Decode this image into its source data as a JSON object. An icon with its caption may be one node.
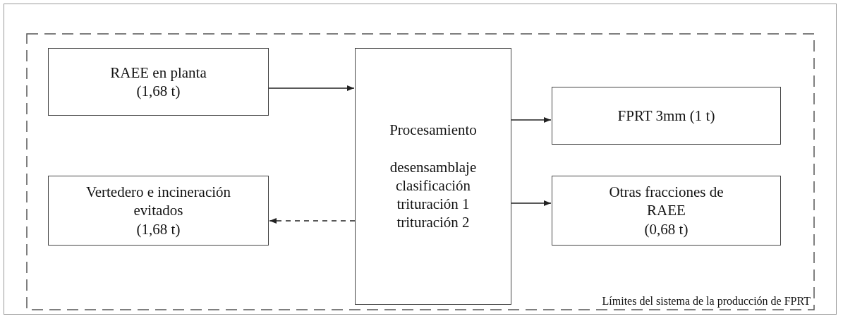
{
  "diagram": {
    "nodes": [
      {
        "text": [
          "Límites del sistema de la producción de FPRT"
        ]
      },
      {
        "text": [
          "RAEE en planta",
          "(1,68 t)"
        ],
        "in": 0
      },
      {
        "text": [
          "Procesamiento",
          "desensamblaje",
          "clasificación",
          "trituración 1",
          "trituración 2"
        ],
        "in": 0
      },
      {
        "text": [
          "FPRT 3mm (1 t)"
        ],
        "in": 0
      },
      {
        "text": [
          "Vertedero e incineración evitados",
          "(1,68 t)"
        ],
        "in": 0
      },
      {
        "text": [
          "Otras fracciones de RAEE",
          "(0,68 t)"
        ],
        "in": 0
      }
    ],
    "edges": [
      {
        "from": 1,
        "to": 2,
        "arrow": "to"
      },
      {
        "from": 2,
        "to": 3,
        "arrow": "to"
      },
      {
        "from": 2,
        "to": 5,
        "arrow": "to"
      },
      {
        "from": 2,
        "to": 4,
        "arrow": "to",
        "style": "dashed"
      }
    ]
  }
}
